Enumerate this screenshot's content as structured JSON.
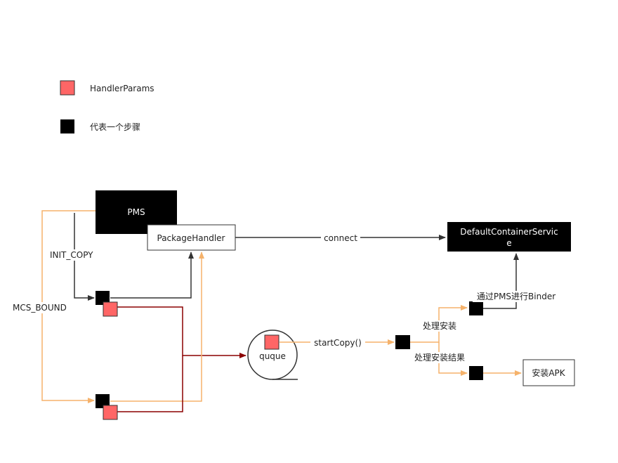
{
  "legend": {
    "params_label": "HandlerParams",
    "step_label": "代表一个步骤"
  },
  "nodes": {
    "pms": "PMS",
    "package_handler": "PackageHandler",
    "default_container_service_line1": "DefaultContainerServic",
    "default_container_service_line2": "e",
    "queue": "quque",
    "install_apk": "安装APK"
  },
  "edges": {
    "init_copy": "INIT_COPY",
    "mcs_bound": "MCS_BOUND",
    "connect": "connect",
    "start_copy": "startCopy()",
    "handle_install": "处理安装",
    "handle_install_result": "处理安装结果",
    "binder_via_pms": "通过PMS进行Binder"
  },
  "colors": {
    "handler_params_fill": "#ff6666",
    "step_fill": "#000000",
    "dark_red": "#8b0000",
    "orange": "#f5b26b",
    "line": "#333333"
  }
}
